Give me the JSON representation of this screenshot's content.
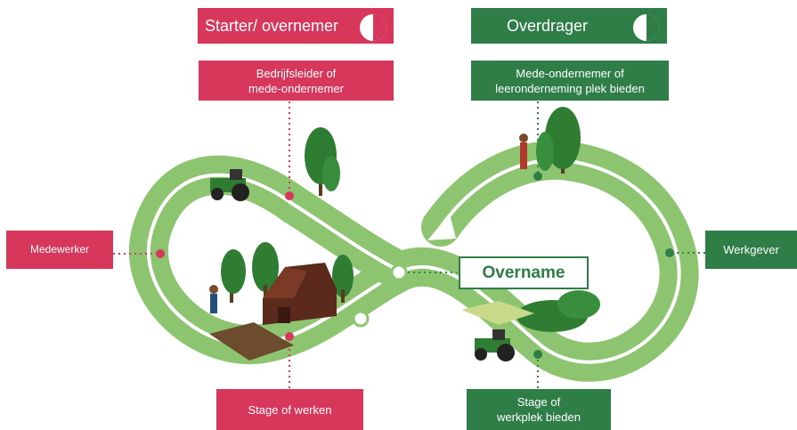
{
  "header_left": {
    "title": "Starter/ overnemer"
  },
  "header_right": {
    "title": "Overdrager"
  },
  "labels": {
    "bedrijfsleider": "Bedrijfsleider of\nmede-ondernemer",
    "mede_ondernemer": "Mede-ondernemer of\nleeronderneming plek bieden",
    "medewerker": "Medewerker",
    "werkgever": "Werkgever",
    "stage_werken": "Stage of werken",
    "stage_werkplek": "Stage of\nwerkplek bieden",
    "overname": "Overname"
  },
  "colors": {
    "red": "#d6375a",
    "green": "#2f7d47",
    "road": "#8cc46f",
    "road_line": "#ffffff"
  }
}
